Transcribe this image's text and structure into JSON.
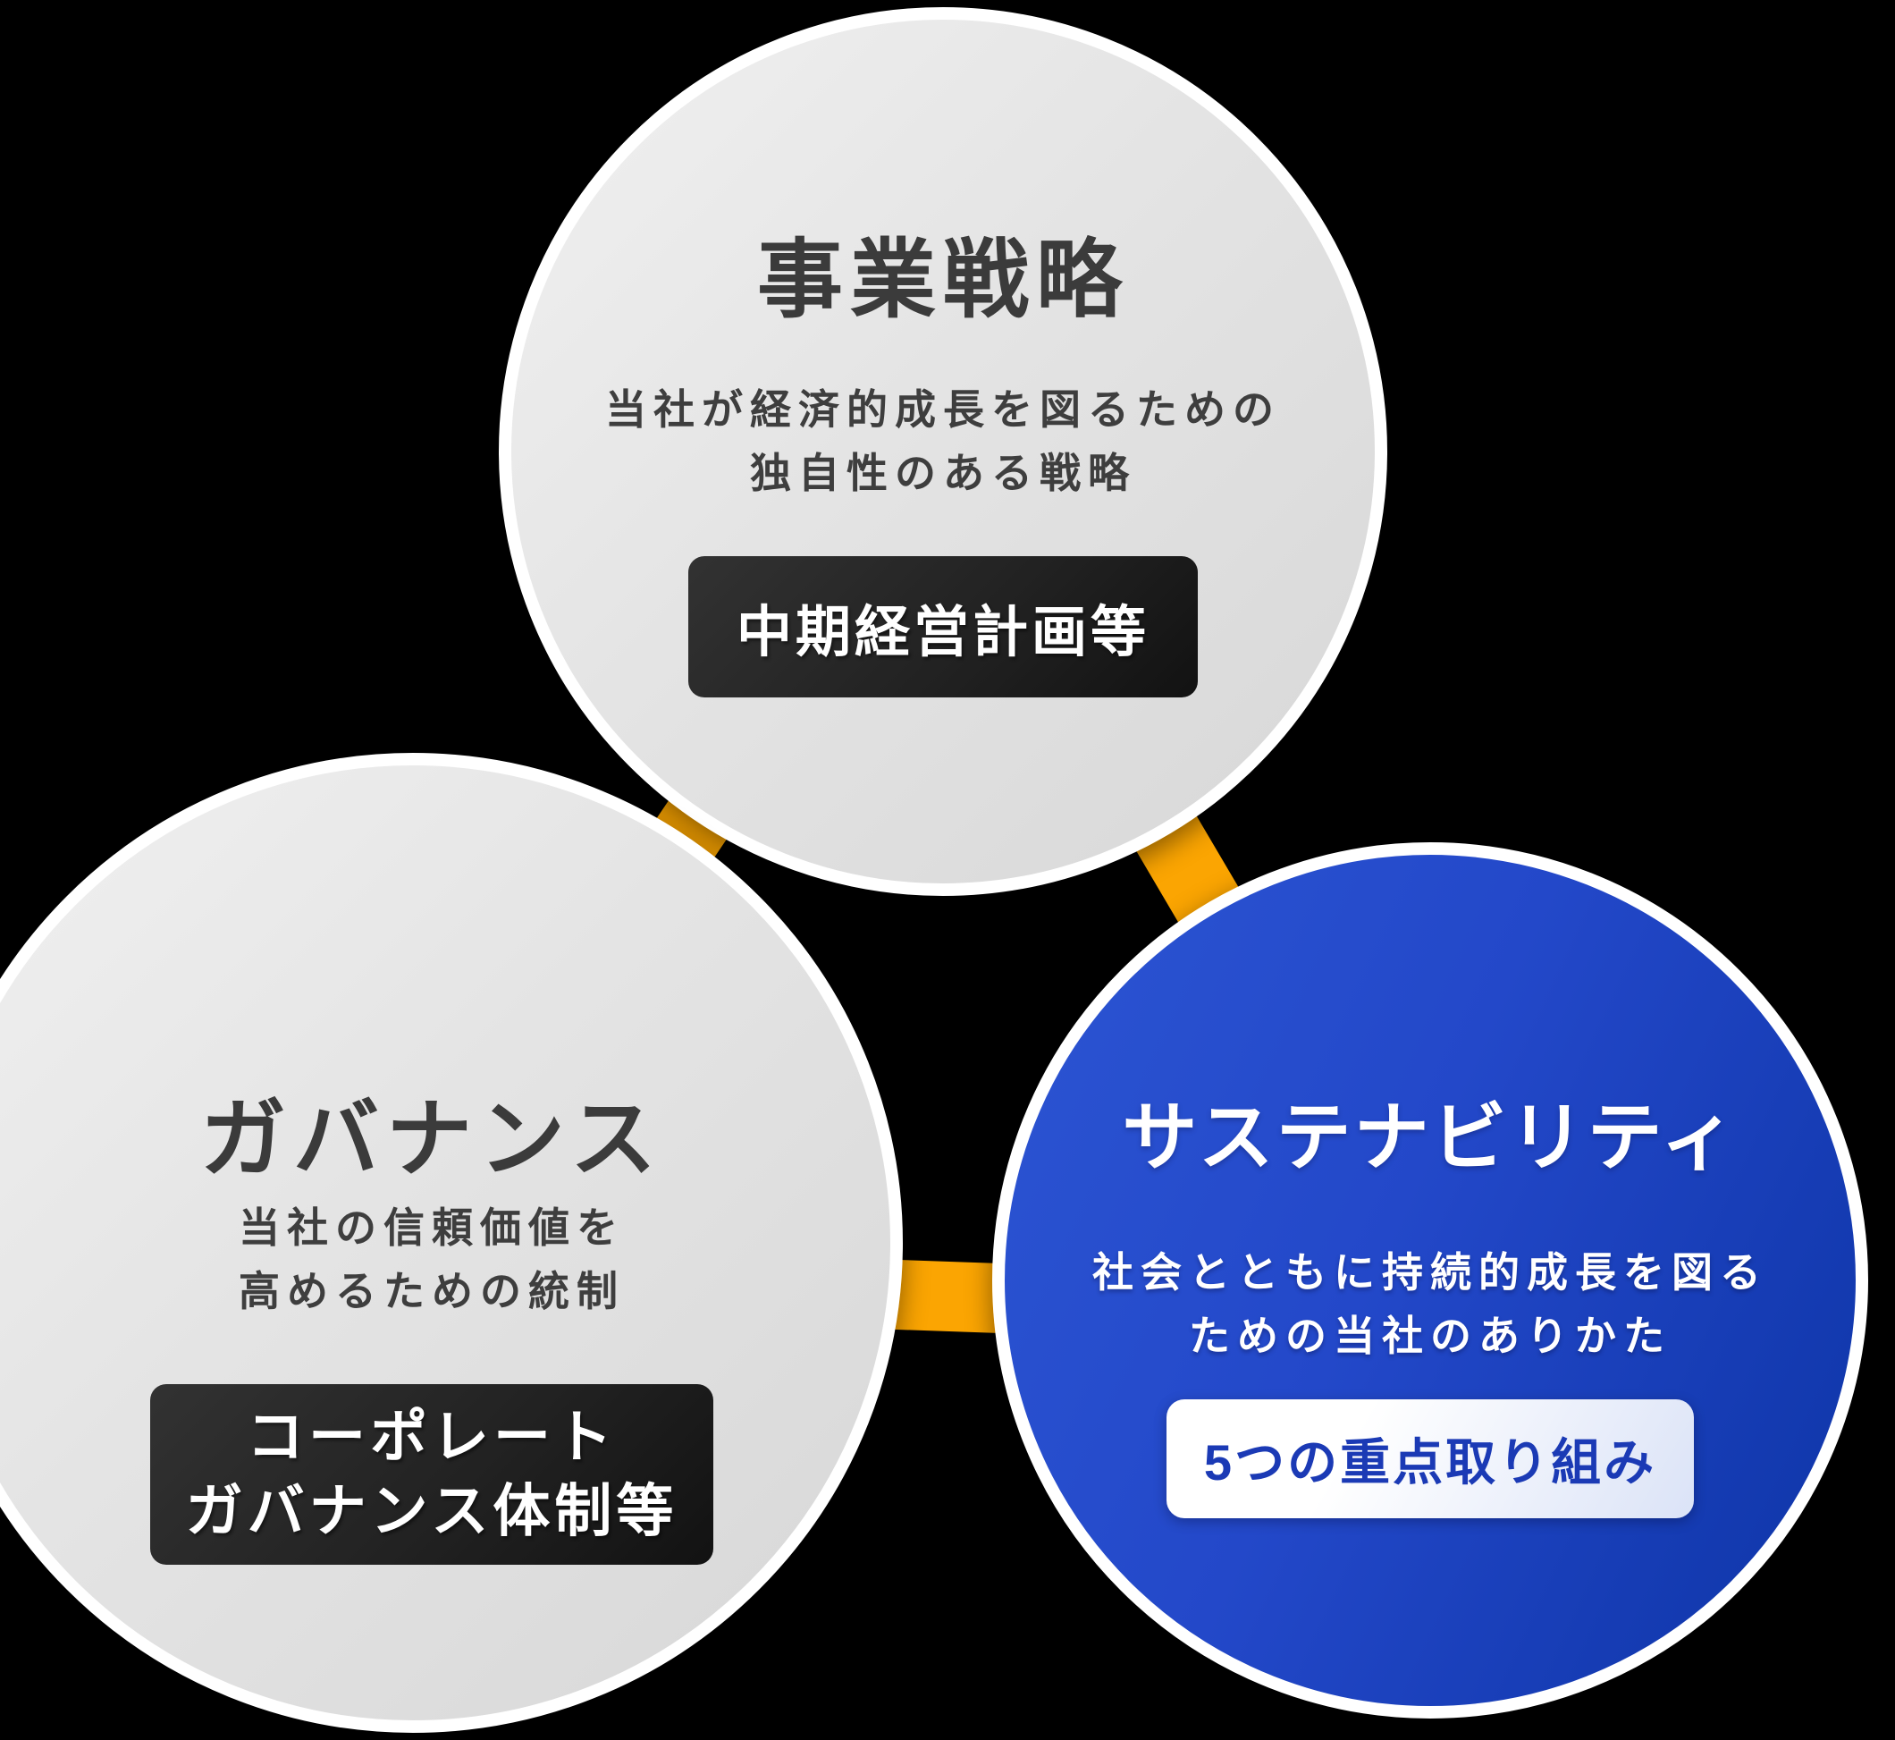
{
  "diagram": {
    "background_color": "#000000",
    "connector_color": "#FBA502",
    "circle_border_color": "#FFFFFF",
    "colors": {
      "gray_circle_gradient": [
        "#F1F1F1",
        "#D7D7D7"
      ],
      "blue_circle_gradient": [
        "#2C55D3",
        "#0D34A6"
      ],
      "dark_badge_gradient": [
        "#323232",
        "#121212"
      ],
      "light_badge_gradient": [
        "#FFFFFF",
        "#DBE3F7"
      ],
      "gray_text": "#3B3B3B",
      "light_badge_text": "#1B3AB5"
    },
    "circles": {
      "business": {
        "title": "事業戦略",
        "description_lines": [
          "当社が経済的成長を図るための",
          "独自性のある戦略"
        ],
        "badge": "中期経営計画等"
      },
      "governance": {
        "title": "ガバナンス",
        "description_lines": [
          "当社の信頼価値を",
          "高めるための統制"
        ],
        "badge_lines": [
          "コーポレート",
          "ガバナンス体制等"
        ]
      },
      "sustainability": {
        "title": "サステナビリティ",
        "description_lines": [
          "社会とともに持続的成長を図る",
          "ための当社のありかた"
        ],
        "badge": "5つの重点取り組み"
      }
    }
  }
}
